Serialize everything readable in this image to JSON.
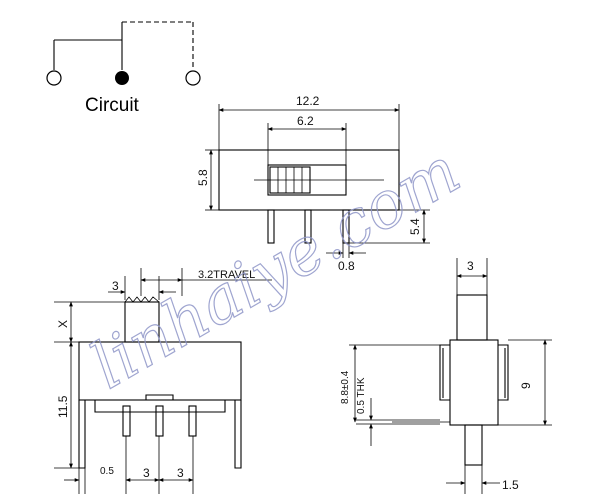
{
  "circuit": {
    "label": "Circuit"
  },
  "top_view": {
    "width": "12.2",
    "slider": "6.2",
    "height": "5.8",
    "pin_length": "5.4",
    "pin_width": "0.8"
  },
  "front_view": {
    "actuator": "3",
    "travel": "3.2TRAVEL",
    "x": "X",
    "height": "11.5",
    "pin_thk": "0.5",
    "pitch_left": "3",
    "pitch_right": "3"
  },
  "side_view": {
    "actuator": "3",
    "body": "8.8±0.4",
    "total": "9",
    "thk": "0.5 THK",
    "pin": "1.5"
  },
  "watermark": "linhaiye.com"
}
